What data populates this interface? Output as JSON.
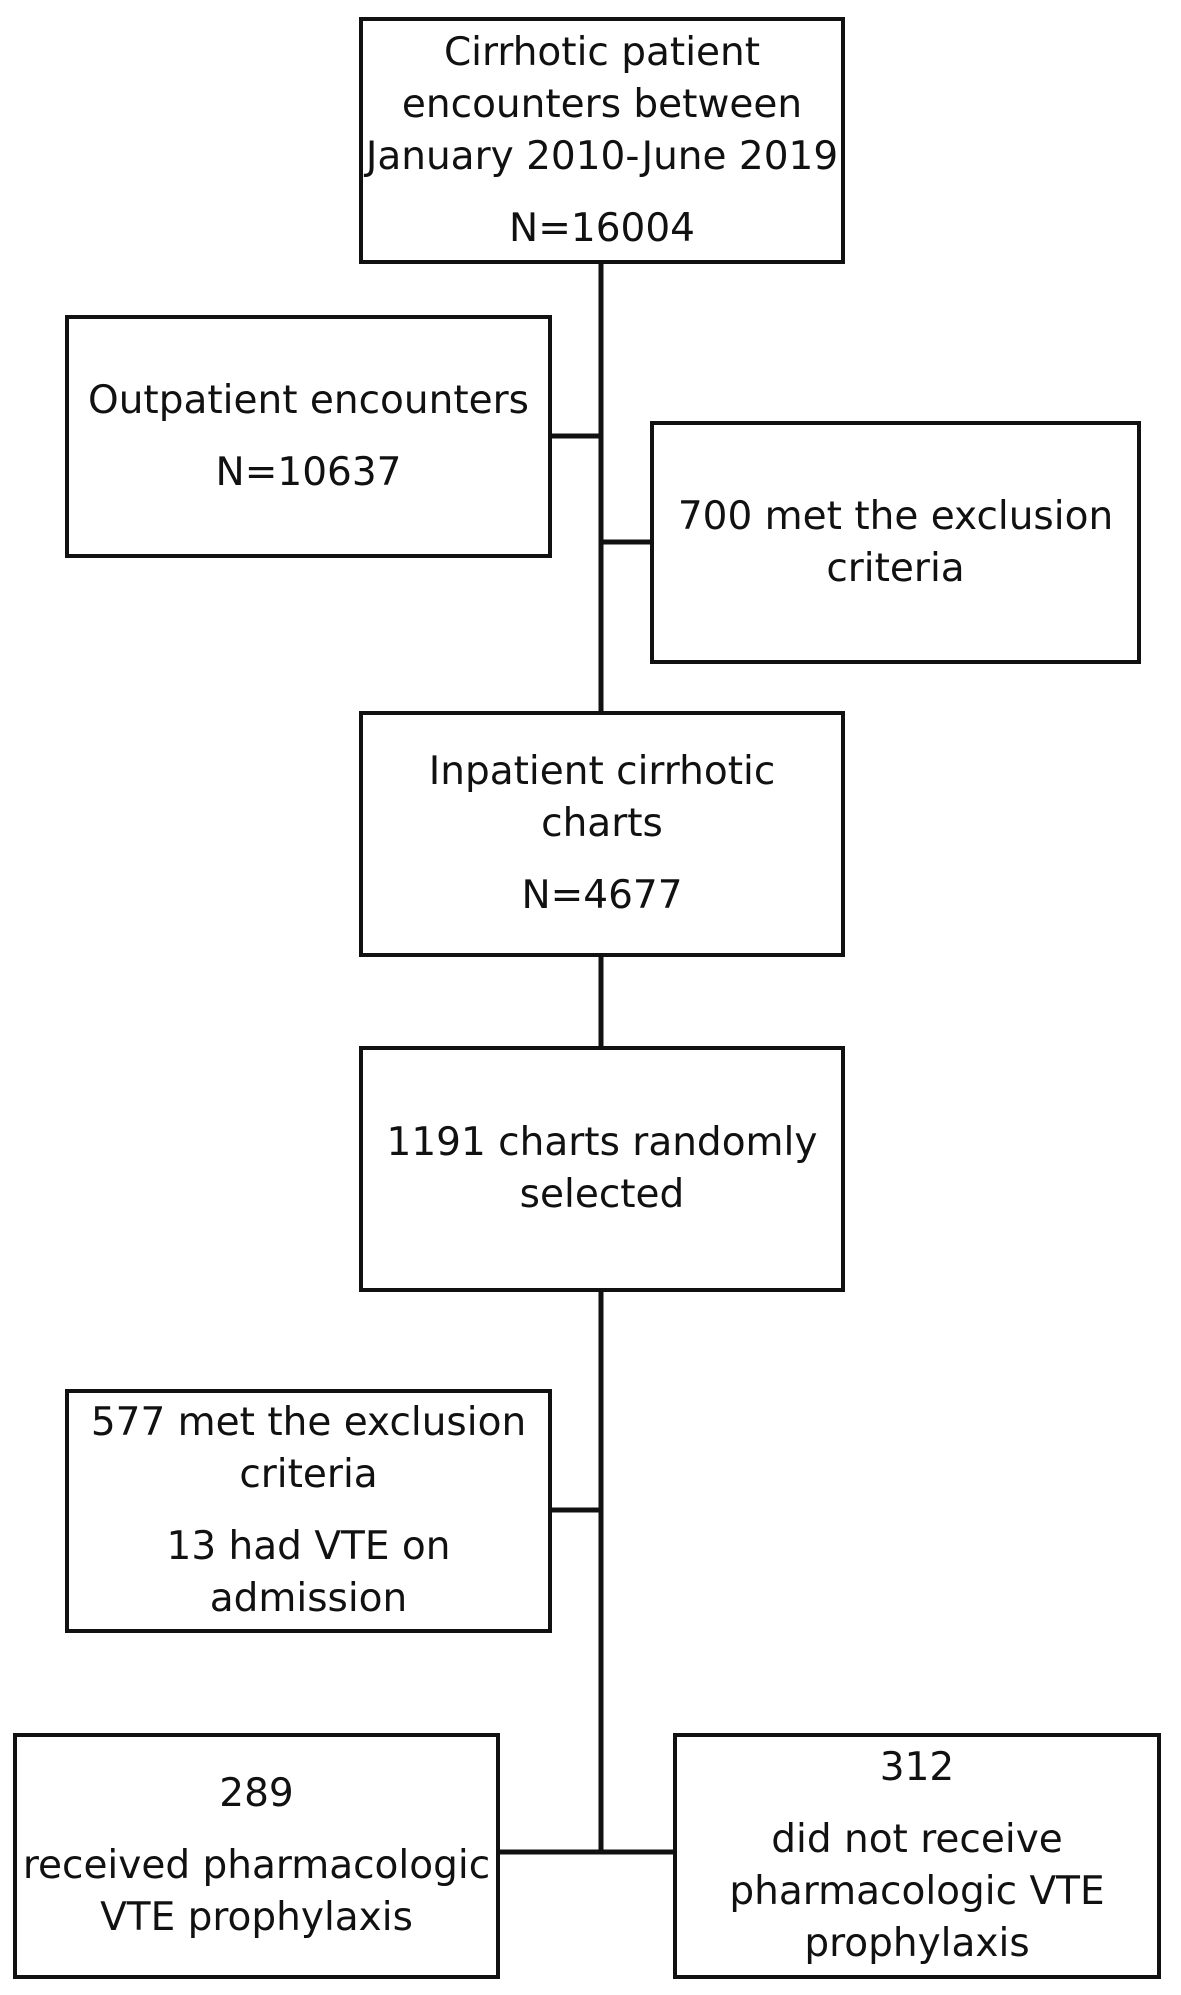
{
  "boxes": {
    "encounters": {
      "line1": "Cirrhotic patient",
      "line2": "encounters between",
      "line3": "January 2010-June 2019",
      "count": "N=16004"
    },
    "outpatient": {
      "line1": "Outpatient encounters",
      "count": "N=10637"
    },
    "exclusion_700": {
      "line1": "700 met the exclusion",
      "line2": "criteria"
    },
    "inpatient": {
      "line1": "Inpatient cirrhotic",
      "line2": "charts",
      "count": "N=4677"
    },
    "selected": {
      "line1": "1191 charts randomly",
      "line2": "selected"
    },
    "exclusion_577": {
      "line1": "577 met the exclusion",
      "line2": "criteria",
      "line3": "13 had VTE on",
      "line4": "admission"
    },
    "received": {
      "count": "289",
      "line1": "received pharmacologic",
      "line2": "VTE prophylaxis"
    },
    "not_received": {
      "count": "312",
      "line1": "did not receive",
      "line2": "pharmacologic VTE",
      "line3": "prophylaxis"
    }
  }
}
